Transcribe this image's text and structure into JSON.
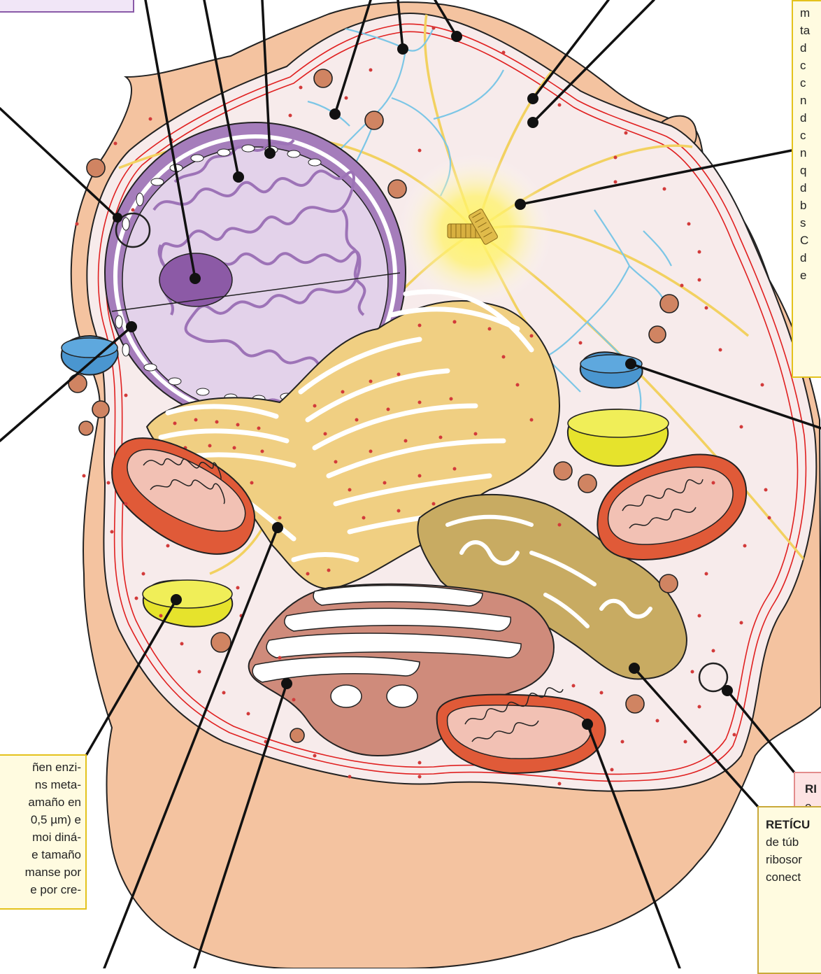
{
  "labels": {
    "right_box_lines": [
      "m",
      "ta",
      "d",
      "c",
      "c",
      "n",
      "d",
      "c",
      "n",
      "q",
      "d",
      "b",
      "s",
      "C",
      "d",
      "e"
    ],
    "lysosome_lines": [
      "ñen enzi-",
      "ns meta-",
      "amaño en",
      "0,5 µm) e",
      "moi diná-",
      "e tamaño",
      "manse por",
      "e por cre-"
    ],
    "ribosome_title": "RI",
    "ribosome_line": "e",
    "er_title": "RETÍCU",
    "er_lines": [
      "de túb",
      "ribosor",
      "conect"
    ]
  },
  "colors": {
    "cytoplasm_outer": "#f4c3a0",
    "cytoplasm_inner": "#f7ebeb",
    "membrane_red": "#e02020",
    "nucleus_envelope": "#a57dbb",
    "nucleoplasm": "#e3d2ea",
    "nucleolus": "#8c5aa6",
    "rough_er": "#f0cf82",
    "smooth_er": "#c8ab62",
    "golgi": "#cf8b7b",
    "mitochondria_outer": "#e05a38",
    "mitochondria_inner": "#f2c1b4",
    "vacuole_blue": "#4a96d0",
    "vacuole_yellow": "#e6e32c",
    "centrosome_glow": "#fff25a",
    "microfilament_blue": "#7cc6e6",
    "microtubule_yellow": "#f2d160",
    "vesicle_brown": "#d08462"
  }
}
